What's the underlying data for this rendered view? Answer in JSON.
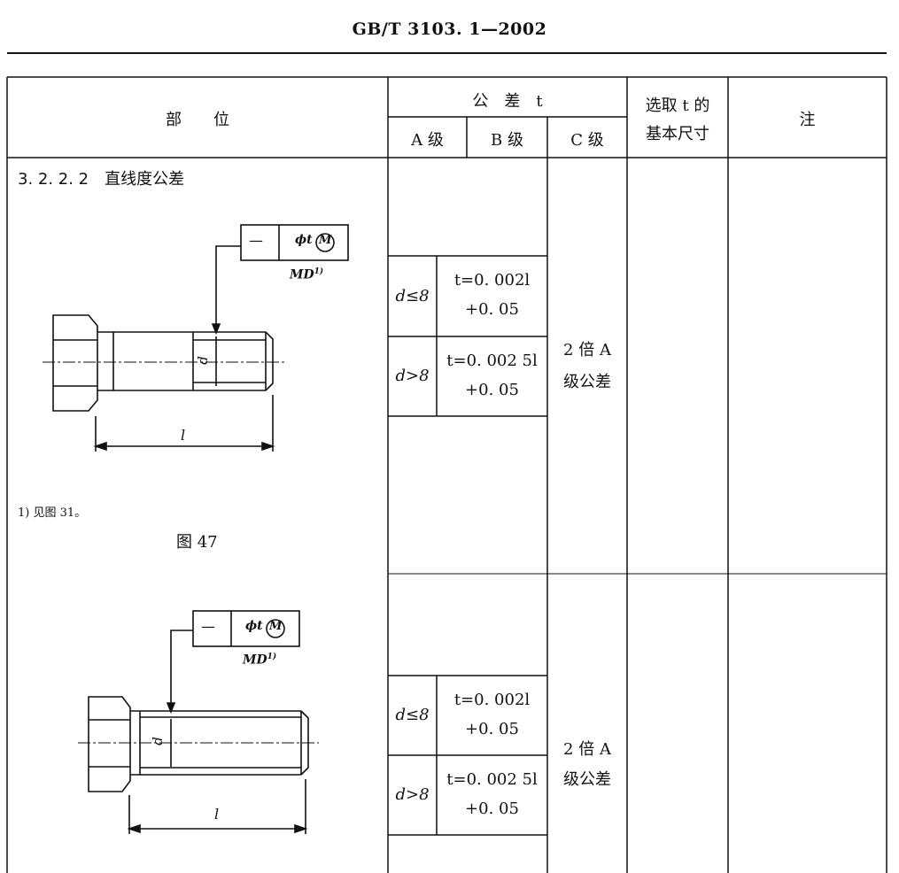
{
  "header": {
    "standard": "GB/T 3103. 1—2002"
  },
  "table": {
    "col_part": "部　　位",
    "col_tolerance": "公　差　t",
    "grade_a": "A 级",
    "grade_b": "B 级",
    "grade_c": "C 级",
    "col_size_line1": "选取 t 的",
    "col_size_line2": "基本尺寸",
    "col_note": "注"
  },
  "section": {
    "title": "3. 2. 2. 2　直线度公差",
    "footnote": "1) 见图 31。",
    "figure_caption": "图 47"
  },
  "rows": [
    {
      "cond_small": "d≤8",
      "formula_small_1": "t=0. 002l",
      "formula_small_2": "+0. 05",
      "cond_large": "d>8",
      "formula_large_1": "t=0. 002 5l",
      "formula_large_2": "+0. 05",
      "grade_c_1": "2 倍 A",
      "grade_c_2": "级公差"
    },
    {
      "cond_small": "d≤8",
      "formula_small_1": "t=0. 002l",
      "formula_small_2": "+0. 05",
      "cond_large": "d>8",
      "formula_large_1": "t=0. 002 5l",
      "formula_large_2": "+0. 05",
      "grade_c_1": "2 倍 A",
      "grade_c_2": "级公差"
    }
  ],
  "drawing": {
    "frame_symbol": "—",
    "frame_value": "ϕt",
    "frame_modifier": "M",
    "md_label": "MD",
    "md_footnote": "1)",
    "dim_d": "d",
    "dim_l": "l"
  }
}
